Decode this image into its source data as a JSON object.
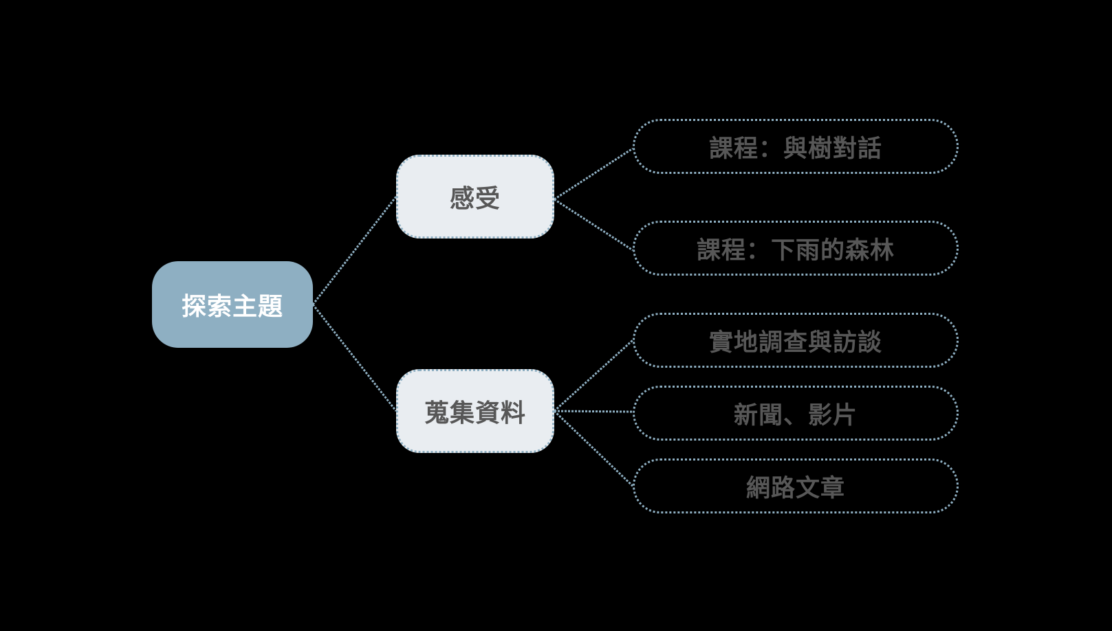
{
  "root": {
    "label": "探索主題"
  },
  "branches": [
    {
      "label": "感受",
      "children": [
        {
          "label": "課程：與樹對話"
        },
        {
          "label": "課程：下雨的森林"
        }
      ]
    },
    {
      "label": "蒐集資料",
      "children": [
        {
          "label": "實地調查與訪談"
        },
        {
          "label": "新聞、影片"
        },
        {
          "label": "網路文章"
        }
      ]
    }
  ],
  "colors": {
    "background": "#000000",
    "root_fill": "#8eafc2",
    "branch_fill": "#e9edf1",
    "line": "#8eafc2",
    "text": "#575757",
    "root_text": "#ffffff"
  }
}
